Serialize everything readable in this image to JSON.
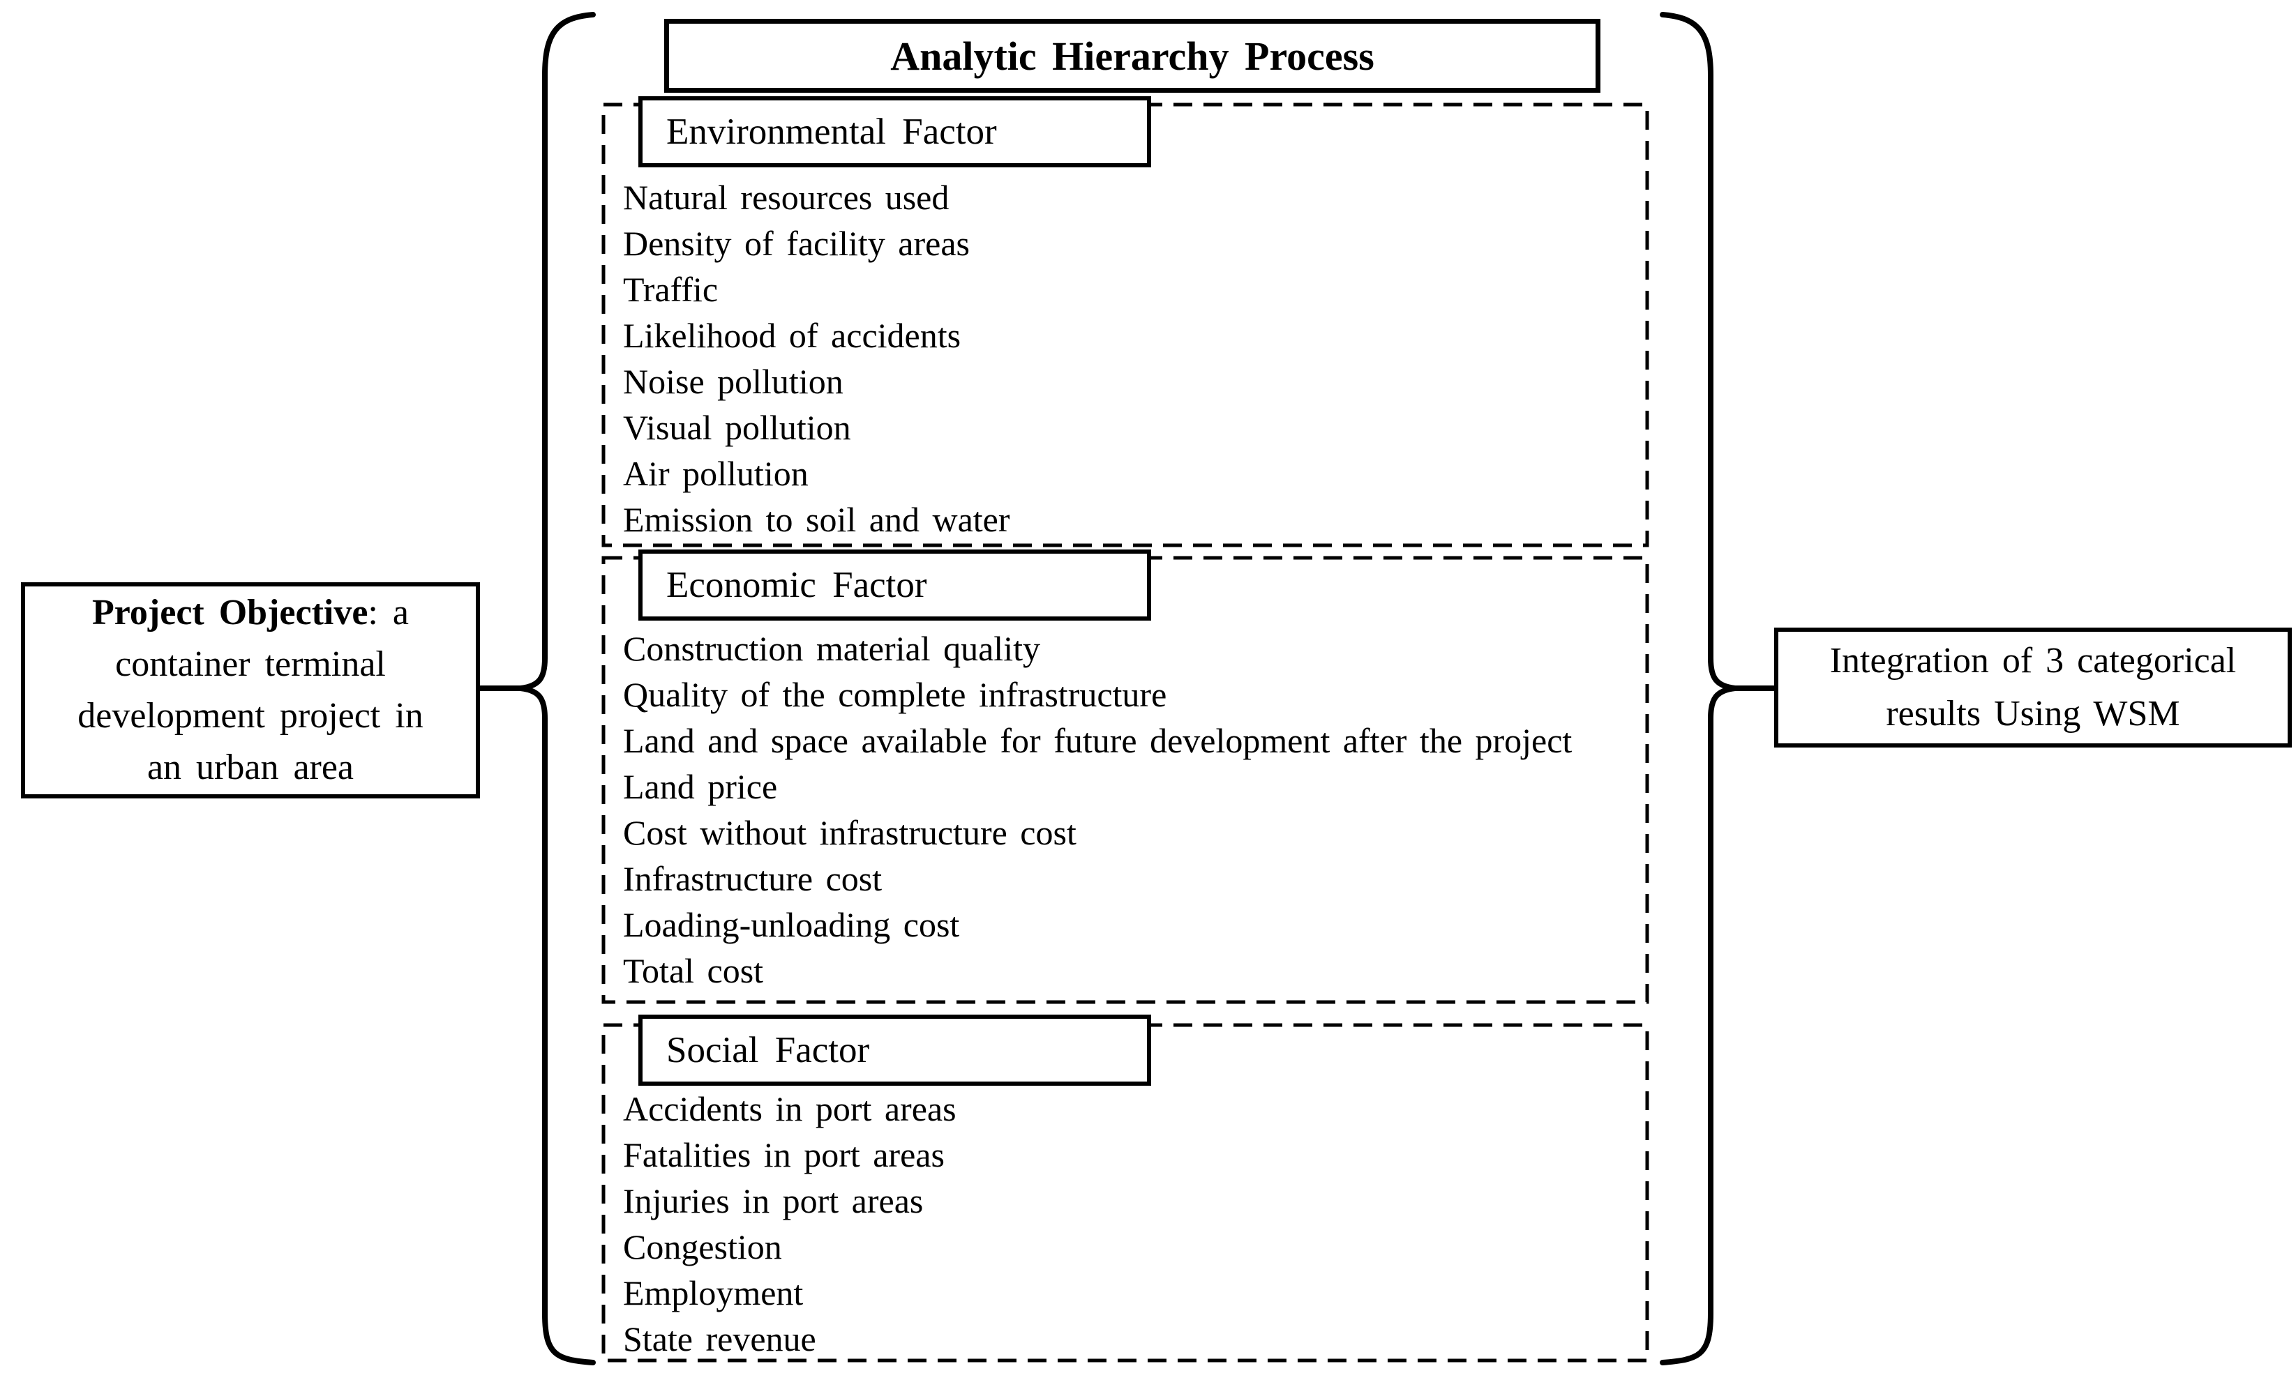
{
  "diagram": {
    "title": "Analytic Hierarchy Process",
    "left_box": {
      "bold": "Project Objective",
      "after_bold": ": a",
      "line2": "container terminal",
      "line3": "development project in",
      "line4": "an urban area"
    },
    "right_box": {
      "line1": "Integration of 3 categorical",
      "line2": "results Using WSM"
    },
    "sections": [
      {
        "label": "Environmental Factor",
        "items": [
          "Natural resources used",
          "Density of facility areas",
          "Traffic",
          "Likelihood of accidents",
          "Noise pollution",
          "Visual pollution",
          "Air pollution",
          "Emission to soil and water"
        ]
      },
      {
        "label": "Economic Factor",
        "items": [
          "Construction material quality",
          "Quality of the complete infrastructure",
          "Land and space available for future development after the project",
          "Land price",
          "Cost without infrastructure cost",
          "Infrastructure cost",
          "Loading-unloading cost",
          "Total cost"
        ]
      },
      {
        "label": "Social Factor",
        "items": [
          "Accidents in port areas",
          "Fatalities in port areas",
          "Injuries in port areas",
          "Congestion",
          "Employment",
          "State revenue"
        ]
      }
    ],
    "colors": {
      "ink": "#000000",
      "background": "#ffffff"
    }
  }
}
